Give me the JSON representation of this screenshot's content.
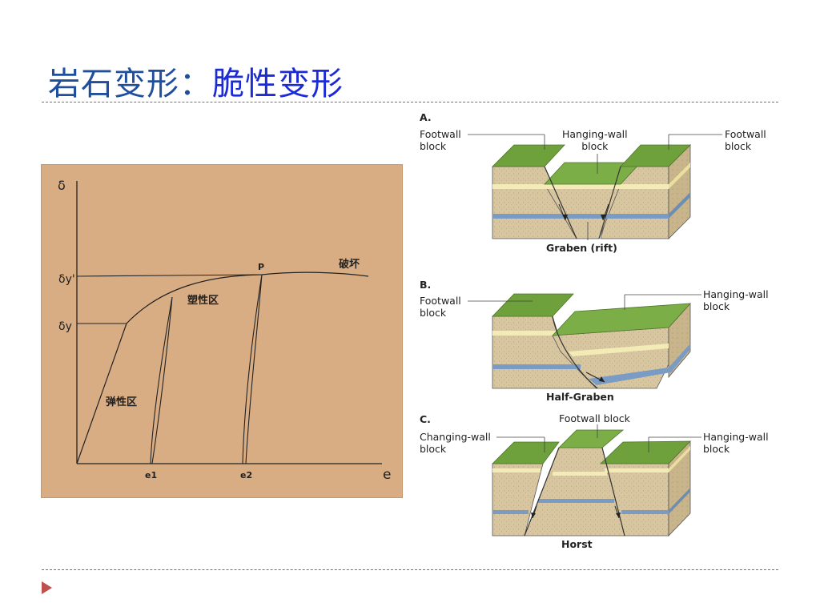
{
  "slide": {
    "title_prefix": "岩石变形：",
    "title_emphasis": "脆性变形"
  },
  "stress_strain": {
    "y_axis_label": "δ",
    "x_axis_label": "e",
    "yield_label": "δy",
    "yield_prime_label": "δy'",
    "e1_label": "e1",
    "e2_label": "e2",
    "point_label": "P",
    "fracture_label": "破坏",
    "plastic_zone_label": "塑性区",
    "elastic_zone_label": "弹性区"
  },
  "faults": {
    "a": {
      "letter": "A.",
      "left_label": "Footwall\nblock",
      "center_label": "Hanging-wall\nblock",
      "right_label": "Footwall\nblock",
      "caption": "Graben (rift)"
    },
    "b": {
      "letter": "B.",
      "left_label": "Footwall\nblock",
      "right_label": "Hanging-wall\nblock",
      "caption": "Half-Graben"
    },
    "c": {
      "letter": "C.",
      "left_label": "Changing-wall\nblock",
      "center_label": "Footwall block",
      "right_label": "Hanging-wall\nblock",
      "caption": "Horst"
    }
  },
  "colors": {
    "title_dark_blue": "#1f4e9c",
    "title_bright_blue": "#1d2bd6",
    "divider_red": "#c0504d",
    "panel_tan": "#d9ad84",
    "grass_green": "#6ea03c",
    "rock_tan": "#d8c6a0",
    "layer_cream": "#f3ebb6",
    "layer_blue": "#7a9cc4"
  }
}
